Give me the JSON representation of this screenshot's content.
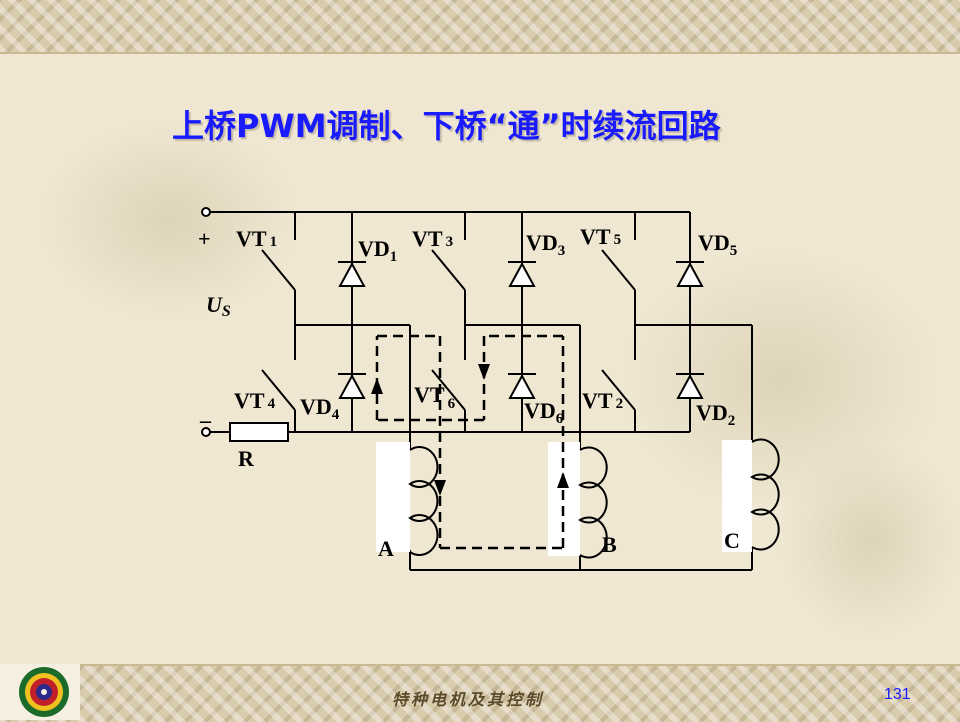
{
  "title": "上桥PWM调制、下桥“通”时续流回路",
  "footer": {
    "course": "特种电机及其控制",
    "page": "131"
  },
  "circuit": {
    "supply": {
      "plus": "+",
      "minus": "_",
      "label_main": "U",
      "label_sub": "S"
    },
    "resistor": "R",
    "switches": [
      {
        "main": "VT",
        "sub": "1"
      },
      {
        "main": "VT",
        "sub": "3"
      },
      {
        "main": "VT",
        "sub": "5"
      },
      {
        "main": "VT",
        "sub": "4"
      },
      {
        "main": "VT",
        "sub": "6"
      },
      {
        "main": "VT",
        "sub": "2"
      }
    ],
    "diodes": [
      {
        "main": "VD",
        "sub": "1"
      },
      {
        "main": "VD",
        "sub": "3"
      },
      {
        "main": "VD",
        "sub": "5"
      },
      {
        "main": "VD",
        "sub": "4"
      },
      {
        "main": "VD",
        "sub": "6"
      },
      {
        "main": "VD",
        "sub": "2"
      }
    ],
    "windings": [
      "A",
      "B",
      "C"
    ]
  }
}
